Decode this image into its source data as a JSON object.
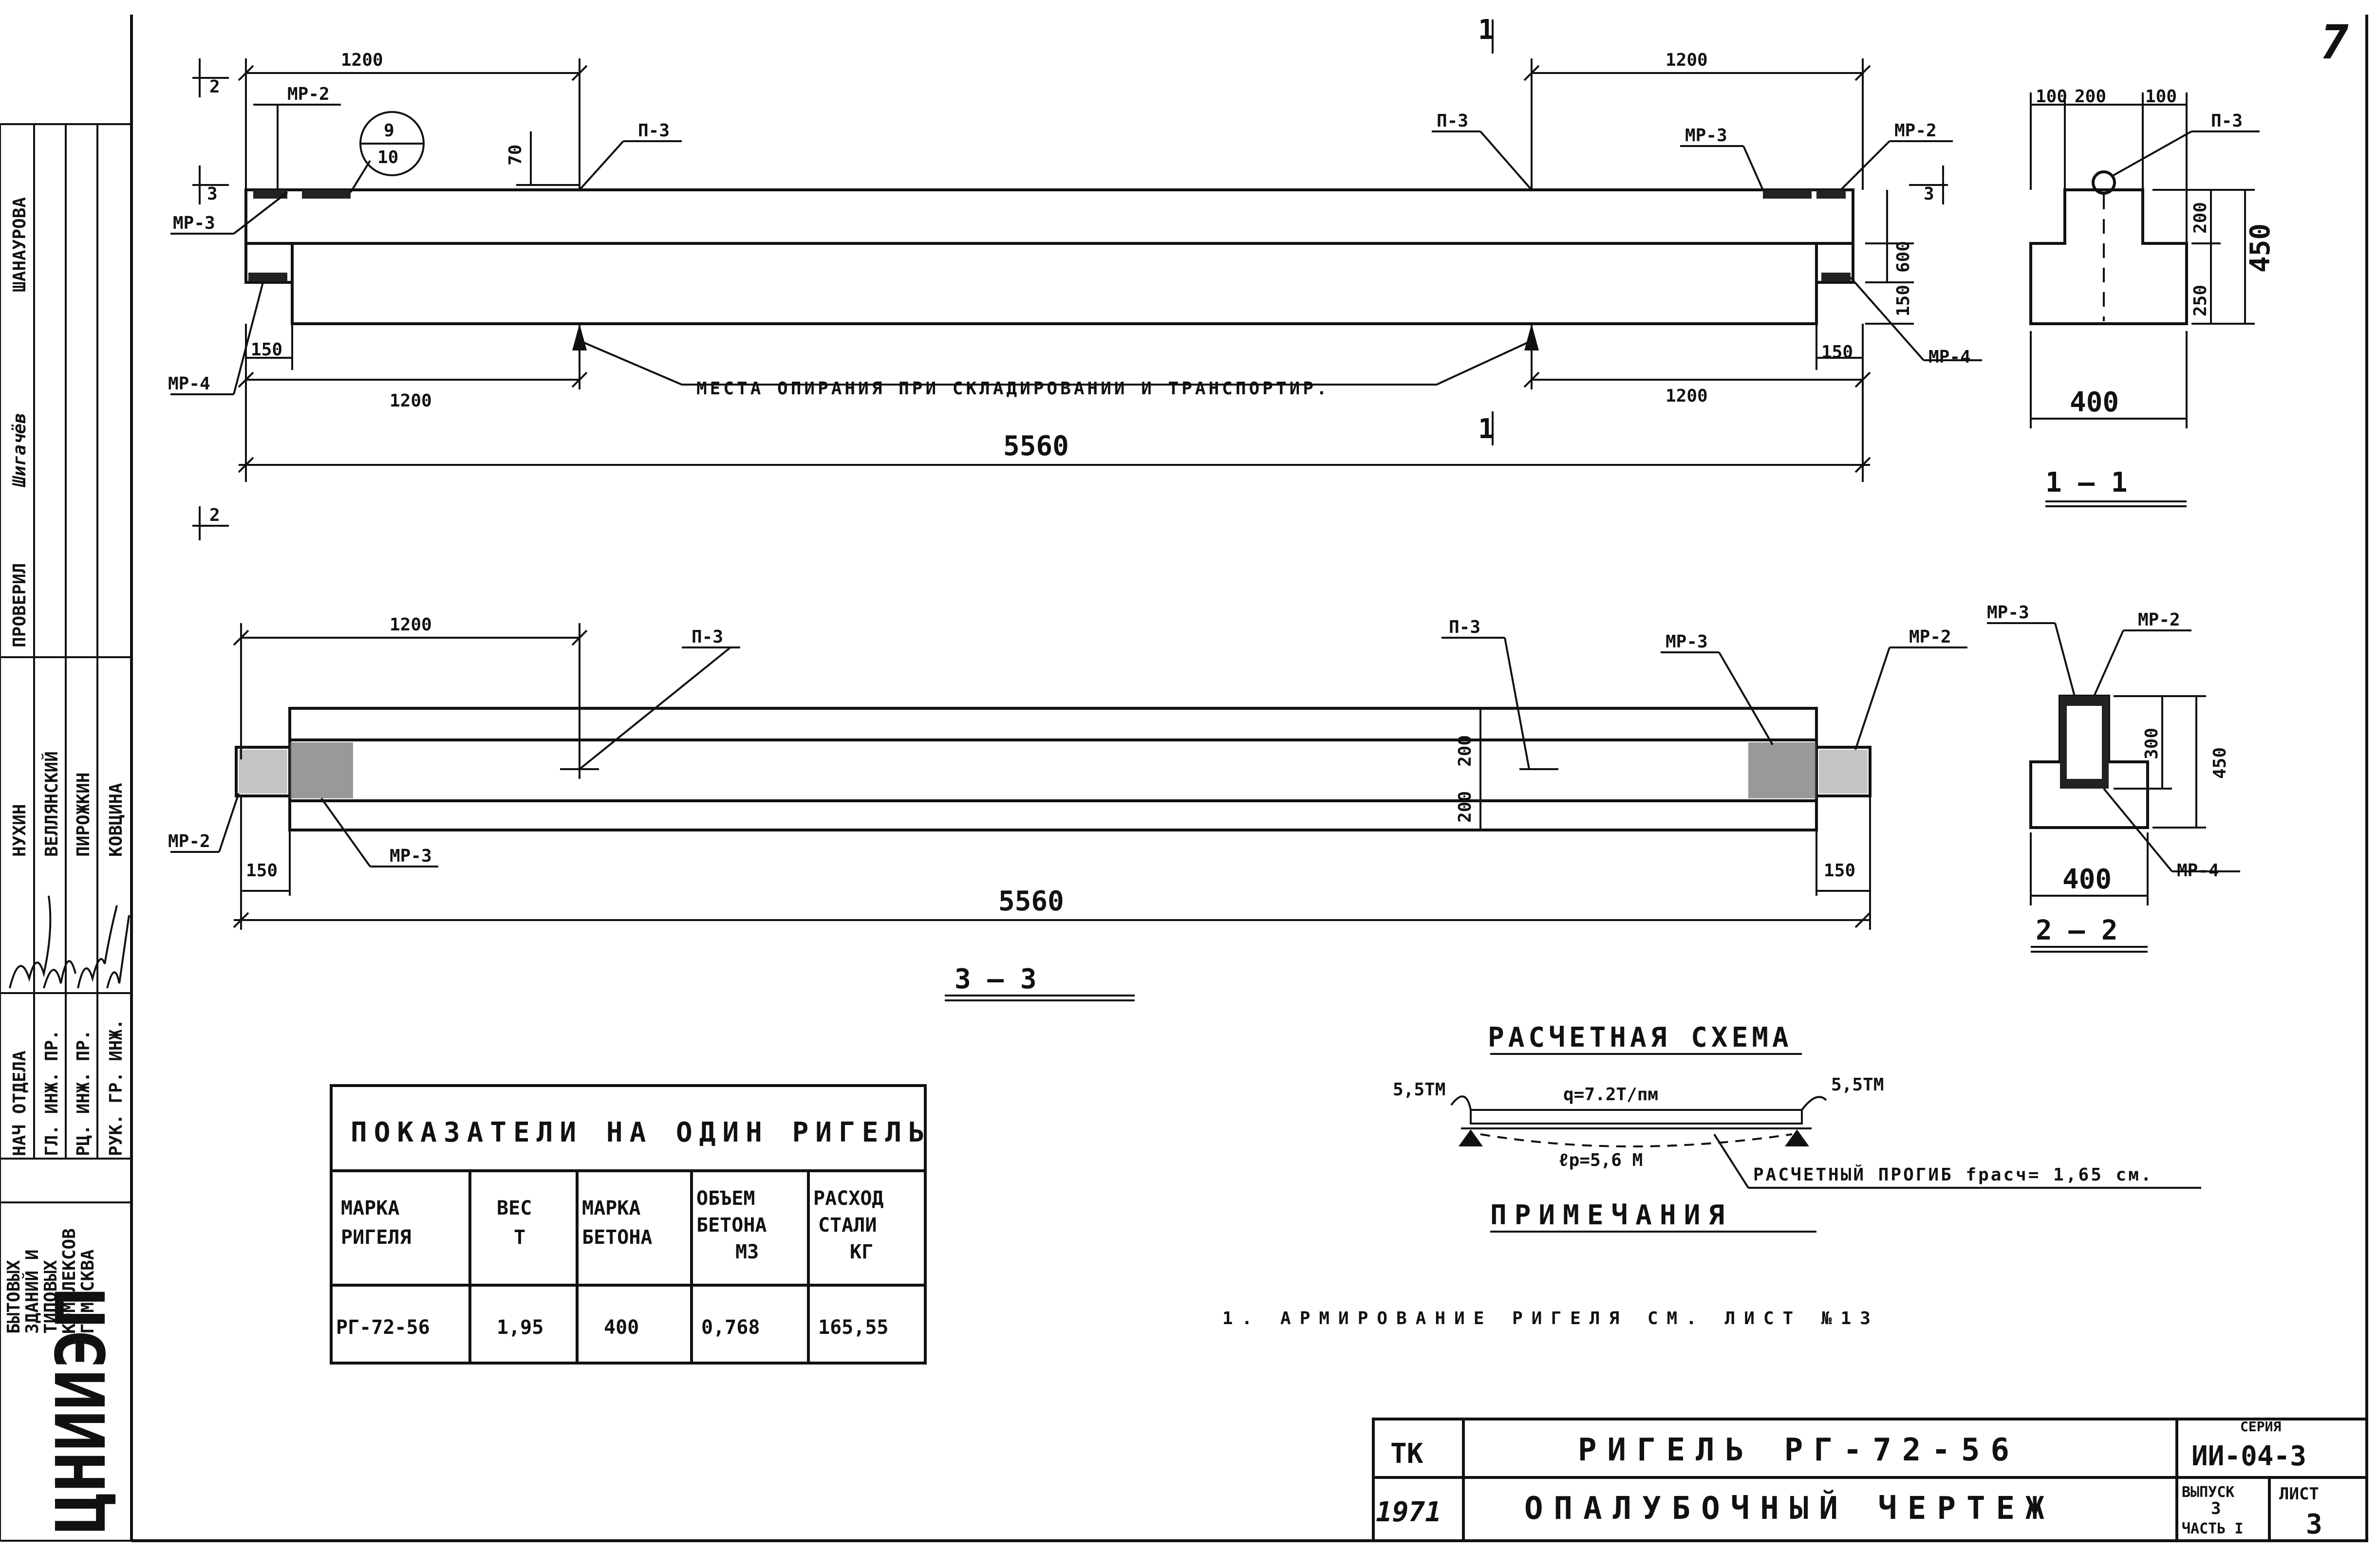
{
  "sheet_number": "7",
  "stamp": {
    "roles": [
      "НАЧ ОТДЕЛА",
      "ГЛ. ИНЖ. ПР.",
      "РЦ. ИНЖ. ПР.",
      "РУК. ГР. ИНЖ."
    ],
    "names": [
      "НУХИН",
      "ВЕЛЛЯНСКИЙ",
      "ПИРОЖКИН",
      "КОВЦИНА"
    ],
    "checked_label": "ПРОВЕРИЛ",
    "checked_names": [
      "ШАНАУРОВА"
    ],
    "checked_signature": "Шигачёв",
    "org_lines": [
      "БЫТОВЫХ",
      "ЗДАНИЙ И",
      "ТИПОВЫХ",
      "КОМПЛЕКСОВ",
      "Г.МОСКВА"
    ],
    "org_logo": "ЦНИИЭП"
  },
  "elevation": {
    "dims_top": [
      "1200",
      "1200"
    ],
    "dims_bottom": [
      "1200",
      "1200"
    ],
    "overall": "5560",
    "ends": [
      "150",
      "150"
    ],
    "cut_marks": [
      "1",
      "1",
      "2",
      "2",
      "3",
      "3"
    ],
    "small_dims": [
      "70",
      "600",
      "150"
    ],
    "callout_top": "9",
    "callout_bottom": "10",
    "labels": [
      "МР-2",
      "МР-3",
      "МР-4",
      "П-3",
      "П-3",
      "МР-3",
      "МР-2",
      "МР-4"
    ],
    "note": "МЕСТА ОПИРАНИЯ ПРИ СКЛАДИРОВАНИИ И ТРАНСПОРТИР."
  },
  "plan": {
    "dim_top": "1200",
    "overall": "5560",
    "ends": [
      "150",
      "150"
    ],
    "widths": [
      "200",
      "200"
    ],
    "labels": [
      "П-3",
      "П-3",
      "МР-3",
      "МР-2",
      "МР-2",
      "МР-3"
    ],
    "section_title": "3 — 3"
  },
  "section_1": {
    "top_dims": [
      "100",
      "200",
      "100"
    ],
    "labels": [
      "П-3"
    ],
    "dims_right": [
      "200",
      "250",
      "450"
    ],
    "width": "400",
    "title": "1 — 1"
  },
  "section_2": {
    "labels": [
      "МР-3",
      "МР-2",
      "МР-4"
    ],
    "dims_right": [
      "300",
      "450"
    ],
    "width": "400",
    "title": "2 — 2"
  },
  "scheme": {
    "title": "РАСЧЕТНАЯ СХЕМА",
    "moment_left": "5,5ТМ",
    "moment_right": "5,5ТМ",
    "load": "q=7.2Т/пм",
    "span": "ℓр=5,6 М",
    "deflection": "РАСЧЕТНЫЙ ПРОГИБ fрасч= 1,65 см."
  },
  "notes": {
    "title": "ПРИМЕЧАНИЯ",
    "items": [
      "1. АРМИРОВАНИЕ РИГЕЛЯ СМ. ЛИСТ №13"
    ]
  },
  "table": {
    "title": "ПОКАЗАТЕЛИ НА ОДИН РИГЕЛЬ",
    "headers": [
      [
        "МАРКА",
        "РИГЕЛЯ"
      ],
      [
        "ВЕС",
        "Т"
      ],
      [
        "МАРКА",
        "БЕТОНА"
      ],
      [
        "ОБЪЕМ",
        "БЕТОНА",
        "М3"
      ],
      [
        "РАСХОД",
        "СТАЛИ",
        "КГ"
      ]
    ],
    "row": [
      "РГ-72-56",
      "1,95",
      "400",
      "0,768",
      "165,55"
    ]
  },
  "title_block": {
    "tk": "ТК",
    "year": "1971",
    "name": "РИГЕЛЬ РГ-72-56",
    "subtitle": "ОПАЛУБОЧНЫЙ ЧЕРТЕЖ",
    "series_label": "СЕРИЯ",
    "series": "ИИ-04-3",
    "issue_label": "ВЫПУСК",
    "issue": "3",
    "part": "ЧАСТЬ I",
    "sheet_label": "ЛИСТ",
    "sheet": "3"
  }
}
